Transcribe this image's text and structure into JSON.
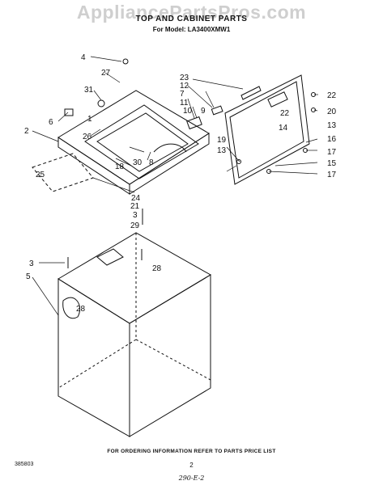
{
  "watermark": "AppliancePartsPros.com",
  "header": {
    "title": "TOP AND CABINET PARTS",
    "subtitle": "For Model: LA3400XMW1"
  },
  "footer": {
    "note": "FOR ORDERING INFORMATION REFER TO PARTS PRICE LIST",
    "drawing_code": "385803",
    "page_number": "2",
    "handwritten": "290-E-2"
  },
  "callouts": [
    {
      "id": "c4",
      "label": "4"
    },
    {
      "id": "c27",
      "label": "27"
    },
    {
      "id": "c31",
      "label": "31"
    },
    {
      "id": "c6",
      "label": "6"
    },
    {
      "id": "c1",
      "label": "1"
    },
    {
      "id": "c2",
      "label": "2"
    },
    {
      "id": "c26",
      "label": "26"
    },
    {
      "id": "c25",
      "label": "25"
    },
    {
      "id": "c24",
      "label": "24"
    },
    {
      "id": "c18",
      "label": "18"
    },
    {
      "id": "c30",
      "label": "30"
    },
    {
      "id": "c8",
      "label": "8"
    },
    {
      "id": "c21",
      "label": "21"
    },
    {
      "id": "c3a",
      "label": "3"
    },
    {
      "id": "c29",
      "label": "29"
    },
    {
      "id": "c28a",
      "label": "28"
    },
    {
      "id": "c3b",
      "label": "3"
    },
    {
      "id": "c5",
      "label": "5"
    },
    {
      "id": "c28b",
      "label": "28"
    },
    {
      "id": "c23",
      "label": "23"
    },
    {
      "id": "c12",
      "label": "12"
    },
    {
      "id": "c7",
      "label": "7"
    },
    {
      "id": "c11",
      "label": "11"
    },
    {
      "id": "c10",
      "label": "10"
    },
    {
      "id": "c9",
      "label": "9"
    },
    {
      "id": "c22a",
      "label": "22"
    },
    {
      "id": "c22b",
      "label": "22"
    },
    {
      "id": "c20",
      "label": "20"
    },
    {
      "id": "c14",
      "label": "14"
    },
    {
      "id": "c13a",
      "label": "13"
    },
    {
      "id": "c16",
      "label": "16"
    },
    {
      "id": "c19",
      "label": "19"
    },
    {
      "id": "c17a",
      "label": "17"
    },
    {
      "id": "c13b",
      "label": "13"
    },
    {
      "id": "c15",
      "label": "15"
    },
    {
      "id": "c17b",
      "label": "17"
    }
  ],
  "colors": {
    "ink": "#111111",
    "background": "#ffffff",
    "watermark": "#cfcfcf"
  }
}
